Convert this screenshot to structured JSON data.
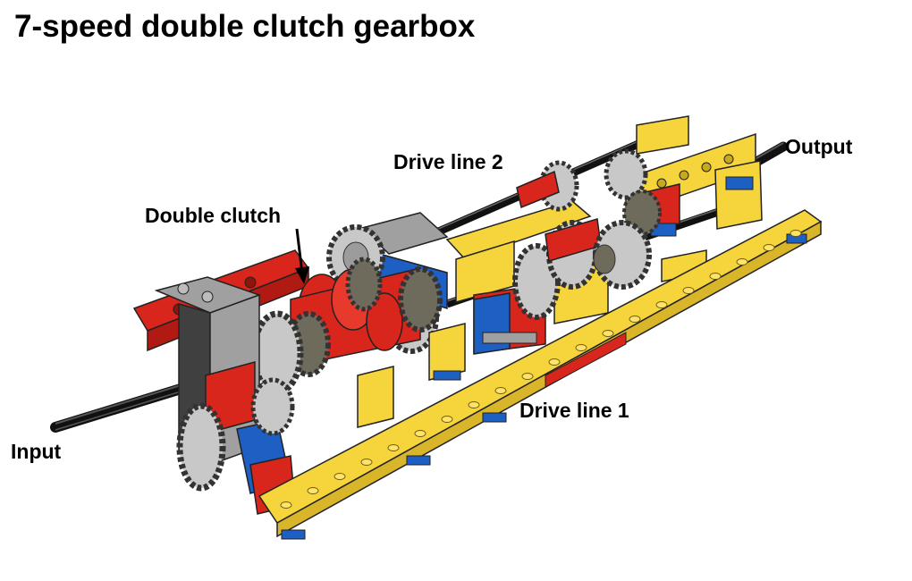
{
  "title": "7-speed double clutch gearbox",
  "labels": {
    "input": "Input",
    "output": "Output",
    "double_clutch": "Double clutch",
    "drive_line_1": "Drive line 1",
    "drive_line_2": "Drive line 2"
  },
  "colors": {
    "brick_yellow": "#f5d53b",
    "brick_red": "#d8261c",
    "brick_blue": "#1d5fc2",
    "brick_gray": "#a0a0a0",
    "gear_gray": "#c8c8c8",
    "gear_dark": "#6f6b5c",
    "axle_black": "#1c1c1c",
    "outline": "#222222"
  }
}
